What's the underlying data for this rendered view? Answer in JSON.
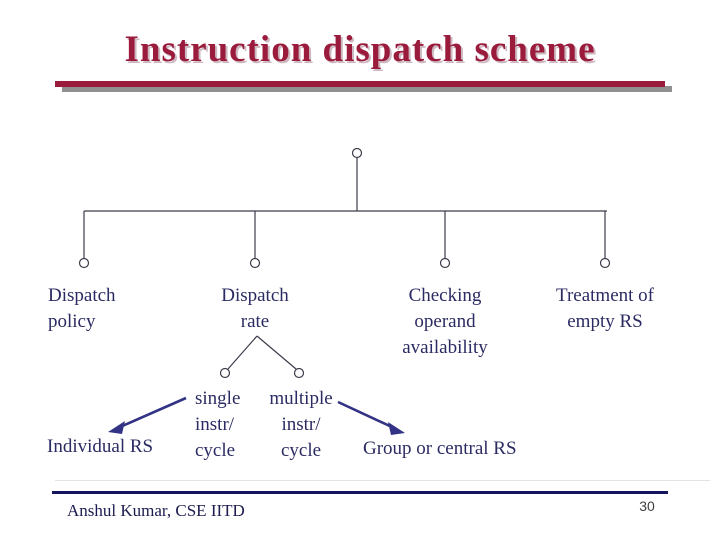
{
  "slide": {
    "title": "Instruction dispatch scheme",
    "footer": "Anshul Kumar, CSE IITD",
    "page_number": "30"
  },
  "tree": {
    "branches": [
      {
        "id": "dispatch-policy",
        "lines": [
          "Dispatch",
          "policy"
        ]
      },
      {
        "id": "dispatch-rate",
        "lines": [
          "Dispatch",
          "rate"
        ]
      },
      {
        "id": "checking-operand",
        "lines": [
          "Checking",
          "operand",
          "availability"
        ]
      },
      {
        "id": "treatment-empty-rs",
        "lines": [
          "Treatment of",
          "empty RS"
        ]
      }
    ],
    "rate_children": [
      {
        "id": "single-instr-cycle",
        "lines": [
          "single",
          "instr/",
          "cycle"
        ]
      },
      {
        "id": "multiple-instr-cycle",
        "lines": [
          "multiple",
          "instr/",
          "cycle"
        ]
      }
    ],
    "outcomes": [
      {
        "id": "individual-rs",
        "label": "Individual RS"
      },
      {
        "id": "group-central-rs",
        "label": "Group or central RS"
      }
    ]
  },
  "colors": {
    "title": "#9b1b3d",
    "title_shadow": "#cdb9c1",
    "rule_maroon": "#9b1b3d",
    "rule_shadow": "#909090",
    "label_text": "#2b2b63",
    "tree_line": "#3c3c4a",
    "arrow": "#333385",
    "footer_line": "#15155f",
    "footer_text": "#1b1b4f"
  }
}
